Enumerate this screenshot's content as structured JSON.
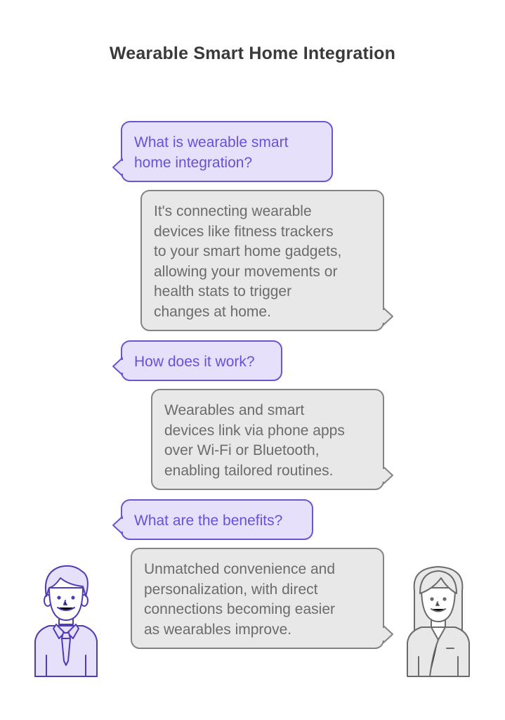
{
  "title": "Wearable Smart Home Integration",
  "conversation": [
    {
      "role": "question",
      "lines": [
        "What is wearable smart",
        "home integration?"
      ]
    },
    {
      "role": "answer",
      "lines": [
        "It's connecting wearable",
        "devices like fitness trackers",
        "to your smart home gadgets,",
        "allowing your movements or",
        "health stats to trigger",
        "changes at home."
      ]
    },
    {
      "role": "question",
      "lines": [
        "How does it work?"
      ]
    },
    {
      "role": "answer",
      "lines": [
        "Wearables and smart",
        "devices link via phone apps",
        "over Wi-Fi or Bluetooth,",
        "enabling tailored routines."
      ]
    },
    {
      "role": "question",
      "lines": [
        "What are the benefits?"
      ]
    },
    {
      "role": "answer",
      "lines": [
        "Unmatched convenience and",
        "personalization, with direct",
        "connections becoming easier",
        "as wearables improve."
      ]
    }
  ],
  "colors": {
    "question_fill": "#e6e0fb",
    "question_stroke": "#6c55cf",
    "question_text": "#6a50d6",
    "answer_fill": "#e8e8e8",
    "answer_stroke": "#848484",
    "answer_text": "#6b6b6b"
  },
  "icons": [
    "man-icon",
    "woman-icon"
  ]
}
